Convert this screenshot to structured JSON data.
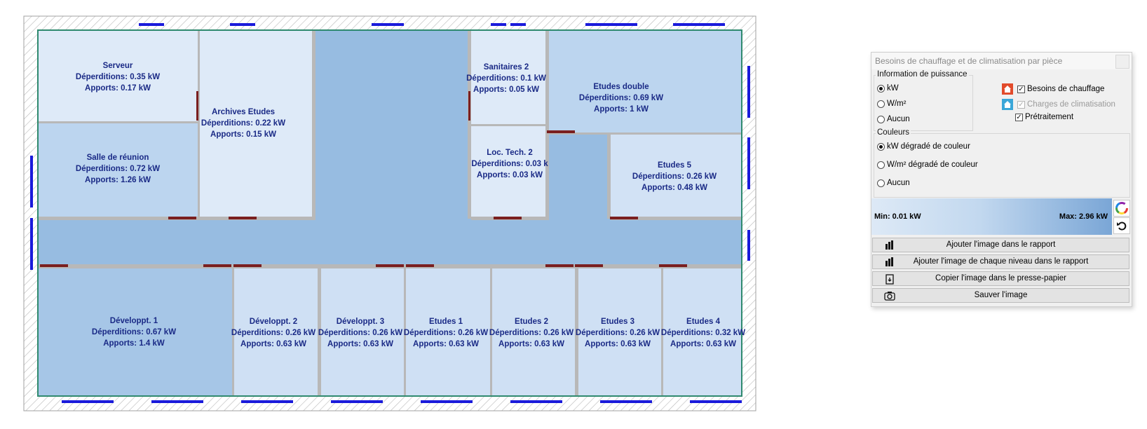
{
  "rooms": [
    {
      "name": "Serveur",
      "deperditions": "Déperditions: 0.35 kW",
      "apports": "Apports: 0.17 kW"
    },
    {
      "name": "Archives Etudes",
      "deperditions": "Déperditions: 0.22 kW",
      "apports": "Apports: 0.15 kW"
    },
    {
      "name": "Sanitaires 2",
      "deperditions": "Déperditions: 0.1 kW",
      "apports": "Apports: 0.05 kW"
    },
    {
      "name": "Etudes double",
      "deperditions": "Déperditions: 0.69 kW",
      "apports": "Apports: 1 kW"
    },
    {
      "name": "Salle de réunion",
      "deperditions": "Déperditions: 0.72 kW",
      "apports": "Apports: 1.26 kW"
    },
    {
      "name": "Loc. Tech. 2",
      "deperditions": "Déperditions: 0.03 k",
      "apports": "Apports: 0.03 kW"
    },
    {
      "name": "Etudes 5",
      "deperditions": "Déperditions: 0.26 kW",
      "apports": "Apports: 0.48 kW"
    },
    {
      "name": "Développt. 1",
      "deperditions": "Déperditions: 0.67 kW",
      "apports": "Apports: 1.4 kW"
    },
    {
      "name": "Développt. 2",
      "deperditions": "Déperditions: 0.26 kW",
      "apports": "Apports: 0.63 kW"
    },
    {
      "name": "Développt. 3",
      "deperditions": "Déperditions: 0.26 kW",
      "apports": "Apports: 0.63 kW"
    },
    {
      "name": "Etudes 1",
      "deperditions": "Déperditions: 0.26 kW",
      "apports": "Apports: 0.63 kW"
    },
    {
      "name": "Etudes 2",
      "deperditions": "Déperditions: 0.26 kW",
      "apports": "Apports: 0.63 kW"
    },
    {
      "name": "Etudes 3",
      "deperditions": "Déperditions: 0.26 kW",
      "apports": "Apports: 0.63 kW"
    },
    {
      "name": "Etudes 4",
      "deperditions": "Déperditions: 0.32 kW",
      "apports": "Apports: 0.63 kW"
    }
  ],
  "panel": {
    "title": "Besoins de chauffage et de climatisation par pièce",
    "power_group": {
      "legend": "Information de puissance",
      "options": [
        "kW",
        "W/m²",
        "Aucun"
      ],
      "selected": "kW"
    },
    "checks": {
      "heating": "Besoins de chauffage",
      "cooling": "Charges de climatisation",
      "pretreat": "Prétraitement"
    },
    "colors_group": {
      "legend": "Couleurs",
      "options": [
        "kW dégradé de couleur",
        "W/m² dégradé de couleur",
        "Aucun"
      ],
      "selected": "kW dégradé de couleur"
    },
    "gradient": {
      "min": "Min: 0.01 kW",
      "max": "Max: 2.96 kW",
      "from_color": "#dde9f6",
      "to_color": "#7aa6d6"
    },
    "buttons": {
      "add_image": "Ajouter l'image dans le rapport",
      "add_each_level": "Ajouter l'image de chaque niveau dans le rapport",
      "copy_clipboard": "Copier l'image dans le presse-papier",
      "save_image": "Sauver l'image"
    }
  }
}
